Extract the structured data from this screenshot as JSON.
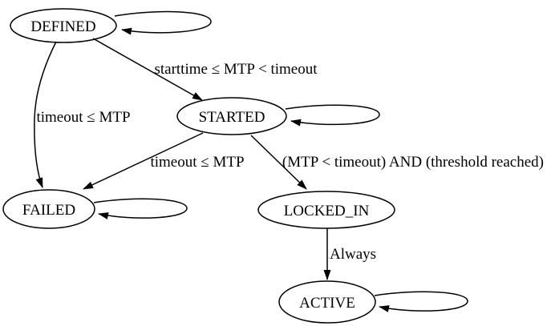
{
  "diagram": {
    "type": "state-transition-graph",
    "colors": {
      "background": "#ffffff",
      "stroke": "#000000",
      "text": "#000000"
    },
    "nodes": [
      {
        "id": "defined",
        "label": "DEFINED",
        "self_loop": true
      },
      {
        "id": "started",
        "label": "STARTED",
        "self_loop": true
      },
      {
        "id": "failed",
        "label": "FAILED",
        "self_loop": true
      },
      {
        "id": "locked_in",
        "label": "LOCKED_IN",
        "self_loop": false
      },
      {
        "id": "active",
        "label": "ACTIVE",
        "self_loop": true
      }
    ],
    "edges": [
      {
        "from": "DEFINED",
        "to": "STARTED",
        "label": "starttime ≤ MTP < timeout"
      },
      {
        "from": "DEFINED",
        "to": "FAILED",
        "label": "timeout ≤ MTP"
      },
      {
        "from": "STARTED",
        "to": "FAILED",
        "label": "timeout ≤ MTP"
      },
      {
        "from": "STARTED",
        "to": "LOCKED_IN",
        "label": "(MTP < timeout) AND (threshold reached)"
      },
      {
        "from": "LOCKED_IN",
        "to": "ACTIVE",
        "label": "Always"
      }
    ]
  }
}
